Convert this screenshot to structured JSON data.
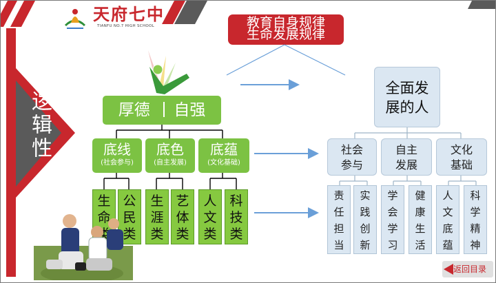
{
  "header": {
    "school_name": "天府七中",
    "school_name_en": "TIANFU NO.7 HIGH SCHOOL"
  },
  "side_title": "逻辑性",
  "top_rule": {
    "line1": "教育自身规律",
    "line2": "生命发展规律"
  },
  "motto": {
    "left": "厚德",
    "right": "自强"
  },
  "pillars": [
    {
      "name": "底线",
      "sub": "(社会参与)"
    },
    {
      "name": "底色",
      "sub": "(自主发展)"
    },
    {
      "name": "底蕴",
      "sub": "(文化基础)"
    }
  ],
  "categories": [
    [
      "生",
      "命",
      "类"
    ],
    [
      "公",
      "民",
      "类"
    ],
    [
      "生",
      "涯",
      "类"
    ],
    [
      "艺",
      "体",
      "类"
    ],
    [
      "人",
      "文",
      "类"
    ],
    [
      "科",
      "技",
      "类"
    ]
  ],
  "goal": {
    "line1": "全面发",
    "line2": "展的人"
  },
  "dimensions": [
    {
      "line1": "社会",
      "line2": "参与"
    },
    {
      "line1": "自主",
      "line2": "发展"
    },
    {
      "line1": "文化",
      "line2": "基础"
    }
  ],
  "literacies": [
    [
      "责",
      "任",
      "担",
      "当"
    ],
    [
      "实",
      "践",
      "创",
      "新"
    ],
    [
      "学",
      "会",
      "学",
      "习"
    ],
    [
      "健",
      "康",
      "生",
      "活"
    ],
    [
      "人",
      "文",
      "底",
      "蕴"
    ],
    [
      "科",
      "学",
      "精",
      "神"
    ]
  ],
  "back_button": "返回目录",
  "colors": {
    "accent_red": "#c8272d",
    "green": "#7cc243",
    "blue_box": "#dbe7f2",
    "arrow": "#6a9fd8"
  }
}
